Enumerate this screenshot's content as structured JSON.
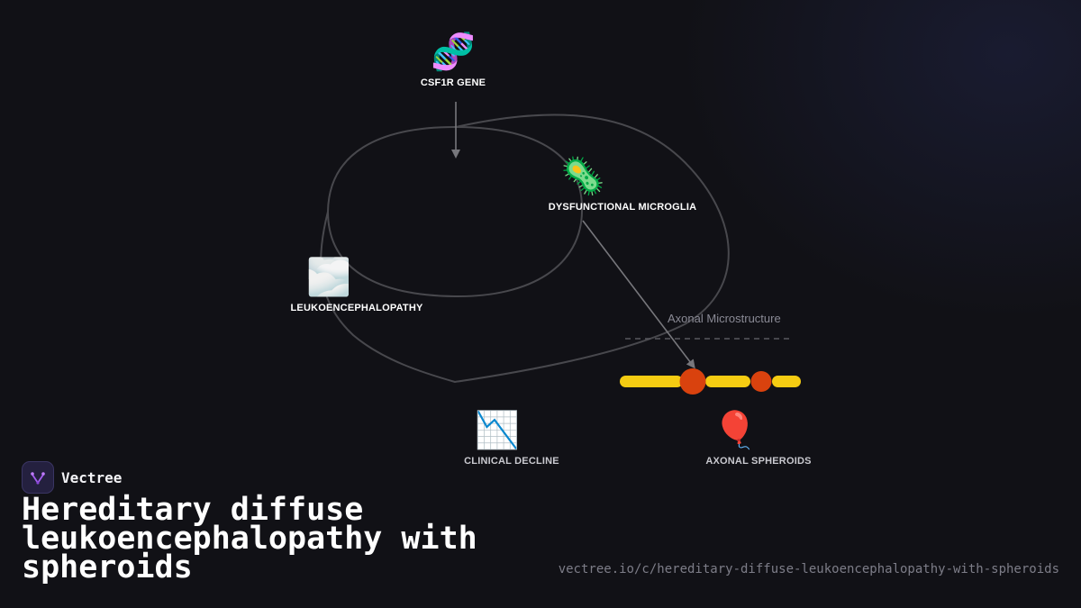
{
  "brand": {
    "name": "Vectree"
  },
  "title": "Hereditary diffuse leukoencephalopathy with spheroids",
  "url": "vectree.io/c/hereditary-diffuse-leukoencephalopathy-with-spheroids",
  "nodes": {
    "csf1r": {
      "label": "CSF1R GENE",
      "icon": "🧬"
    },
    "microglia": {
      "label": "DYSFUNCTIONAL MICROGLIA",
      "icon": "🦠"
    },
    "leuko": {
      "label": "LEUKOENCEPHALOPATHY",
      "icon": "🌫️"
    },
    "decline": {
      "label": "CLINICAL DECLINE",
      "icon": "📉"
    },
    "spheroids": {
      "label": "AXONAL SPHEROIDS",
      "icon": "🎈"
    }
  },
  "axon": {
    "label": "Axonal Microstructure"
  },
  "colors": {
    "background": "#111116",
    "axon_segment": "#f5cc12",
    "spheroid": "#d9420e",
    "connector": "#4a4a50",
    "arrow": "#77777c"
  }
}
